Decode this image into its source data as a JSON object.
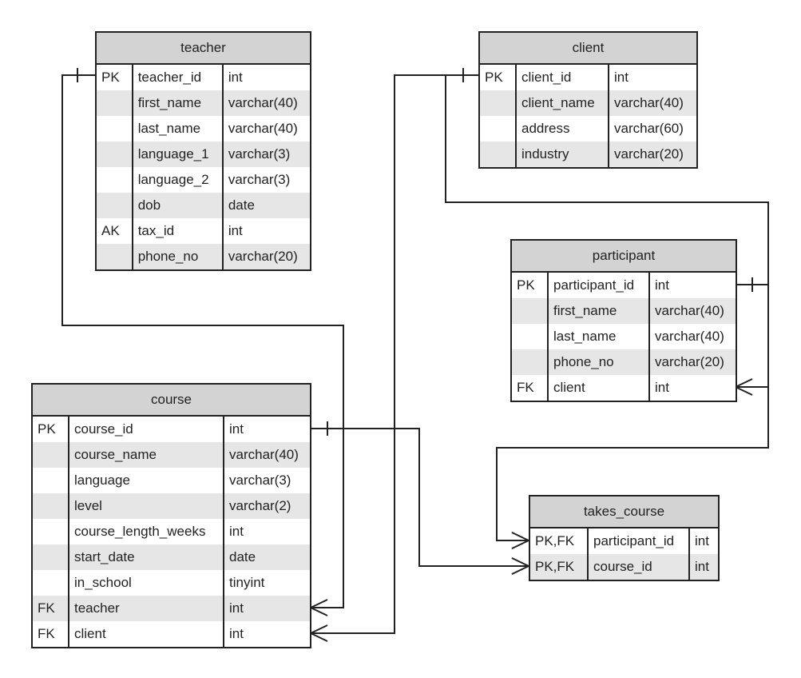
{
  "tables": [
    {
      "name": "teacher",
      "rows": [
        {
          "key": "PK",
          "field": "teacher_id",
          "type": "int"
        },
        {
          "key": "",
          "field": "first_name",
          "type": "varchar(40)"
        },
        {
          "key": "",
          "field": "last_name",
          "type": "varchar(40)"
        },
        {
          "key": "",
          "field": "language_1",
          "type": "varchar(3)"
        },
        {
          "key": "",
          "field": "language_2",
          "type": "varchar(3)"
        },
        {
          "key": "",
          "field": "dob",
          "type": "date"
        },
        {
          "key": "AK",
          "field": "tax_id",
          "type": "int"
        },
        {
          "key": "",
          "field": "phone_no",
          "type": "varchar(20)"
        }
      ]
    },
    {
      "name": "client",
      "rows": [
        {
          "key": "PK",
          "field": "client_id",
          "type": "int"
        },
        {
          "key": "",
          "field": "client_name",
          "type": "varchar(40)"
        },
        {
          "key": "",
          "field": "address",
          "type": "varchar(60)"
        },
        {
          "key": "",
          "field": "industry",
          "type": "varchar(20)"
        }
      ]
    },
    {
      "name": "participant",
      "rows": [
        {
          "key": "PK",
          "field": "participant_id",
          "type": "int"
        },
        {
          "key": "",
          "field": "first_name",
          "type": "varchar(40)"
        },
        {
          "key": "",
          "field": "last_name",
          "type": "varchar(40)"
        },
        {
          "key": "",
          "field": "phone_no",
          "type": "varchar(20)"
        },
        {
          "key": "FK",
          "field": "client",
          "type": "int"
        }
      ]
    },
    {
      "name": "course",
      "rows": [
        {
          "key": "PK",
          "field": "course_id",
          "type": "int"
        },
        {
          "key": "",
          "field": "course_name",
          "type": "varchar(40)"
        },
        {
          "key": "",
          "field": "language",
          "type": "varchar(3)"
        },
        {
          "key": "",
          "field": "level",
          "type": "varchar(2)"
        },
        {
          "key": "",
          "field": "course_length_weeks",
          "type": "int"
        },
        {
          "key": "",
          "field": "start_date",
          "type": "date"
        },
        {
          "key": "",
          "field": "in_school",
          "type": "tinyint"
        },
        {
          "key": "FK",
          "field": "teacher",
          "type": "int"
        },
        {
          "key": "FK",
          "field": "client",
          "type": "int"
        }
      ]
    },
    {
      "name": "takes_course",
      "rows": [
        {
          "key": "PK,FK",
          "field": "participant_id",
          "type": "int"
        },
        {
          "key": "PK,FK",
          "field": "course_id",
          "type": "int"
        }
      ]
    }
  ],
  "relationships": [
    {
      "from": "teacher.teacher_id",
      "to": "course.teacher",
      "from_end": "one",
      "to_end": "many"
    },
    {
      "from": "client.client_id",
      "to": "course.client",
      "from_end": "one",
      "to_end": "many"
    },
    {
      "from": "client.client_id",
      "to": "participant.client",
      "from_end": "one",
      "to_end": "many"
    },
    {
      "from": "participant.participant_id",
      "to": "takes_course.participant_id",
      "from_end": "one",
      "to_end": "many"
    },
    {
      "from": "course.course_id",
      "to": "takes_course.course_id",
      "from_end": "one",
      "to_end": "many"
    }
  ]
}
